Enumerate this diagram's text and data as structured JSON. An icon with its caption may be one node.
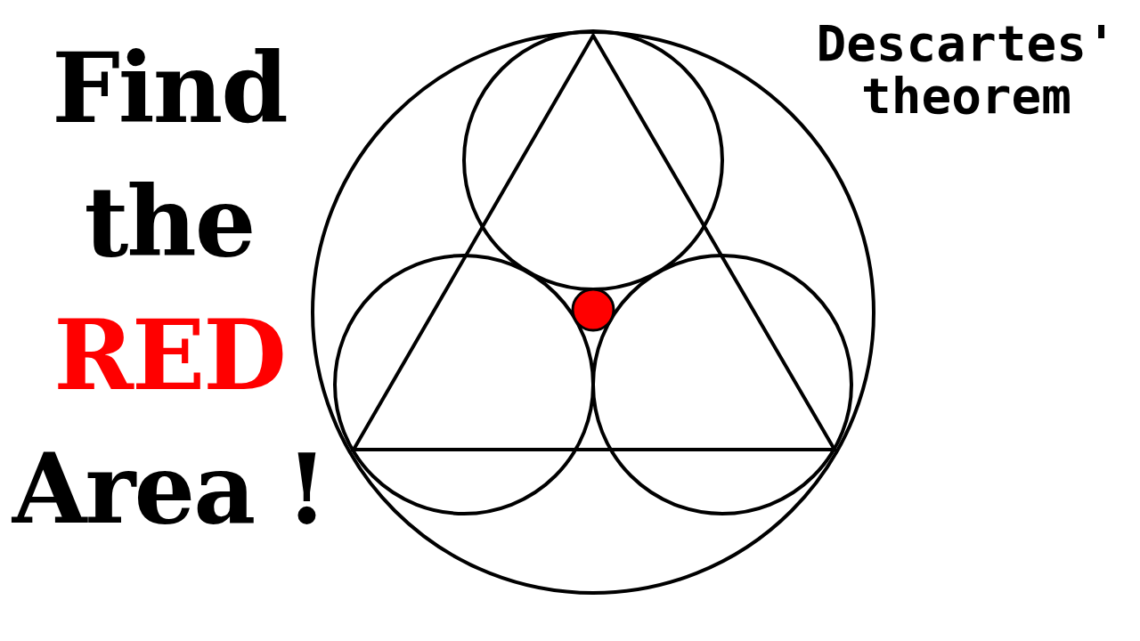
{
  "diagram": {
    "labels": [
      "Find",
      "the",
      "RED",
      "Area !",
      "Descartes' theorem"
    ]
  }
}
